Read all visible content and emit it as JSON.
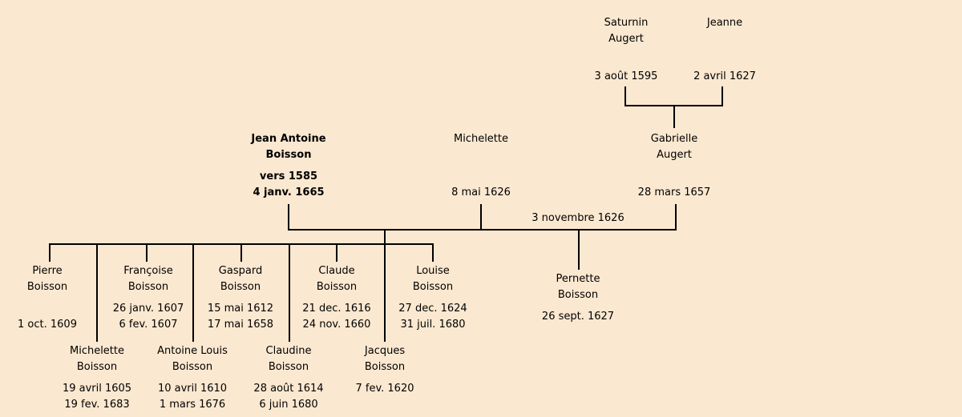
{
  "colors": {
    "background": "#fbe8d0",
    "line": "#000000",
    "text": "#000000"
  },
  "marriage": {
    "date": "3 novembre 1626"
  },
  "people": {
    "saturnin": {
      "name1": "Saturnin",
      "name2": "Augert",
      "date1": "",
      "date2": "3 août 1595"
    },
    "jeanne": {
      "name1": "Jeanne",
      "name2": "",
      "date1": "",
      "date2": "2 avril 1627"
    },
    "jean_antoine": {
      "name1": "Jean Antoine",
      "name2": "Boisson",
      "date1": "vers 1585",
      "date2": "4 janv. 1665"
    },
    "michelette_spouse": {
      "name1": "Michelette",
      "name2": "",
      "date1": "",
      "date2": "8 mai 1626"
    },
    "gabrielle": {
      "name1": "Gabrielle",
      "name2": "Augert",
      "date1": "",
      "date2": "28 mars 1657"
    },
    "pernette": {
      "name1": "Pernette",
      "name2": "Boisson",
      "date1": "26 sept. 1627",
      "date2": ""
    },
    "pierre": {
      "name1": "Pierre",
      "name2": "Boisson",
      "date1": "",
      "date2": "1 oct. 1609"
    },
    "francoise": {
      "name1": "Françoise",
      "name2": "Boisson",
      "date1": "26 janv. 1607",
      "date2": "6 fev. 1607"
    },
    "gaspard": {
      "name1": "Gaspard",
      "name2": "Boisson",
      "date1": "15 mai 1612",
      "date2": "17 mai 1658"
    },
    "claude": {
      "name1": "Claude",
      "name2": "Boisson",
      "date1": "21 dec. 1616",
      "date2": "24 nov. 1660"
    },
    "louise": {
      "name1": "Louise",
      "name2": "Boisson",
      "date1": "27 dec. 1624",
      "date2": "31 juil. 1680"
    },
    "michelette_child": {
      "name1": "Michelette",
      "name2": "Boisson",
      "date1": "19 avril 1605",
      "date2": "19 fev. 1683"
    },
    "antoine_louis": {
      "name1": "Antoine Louis",
      "name2": "Boisson",
      "date1": "10 avril 1610",
      "date2": "1 mars 1676"
    },
    "claudine": {
      "name1": "Claudine",
      "name2": "Boisson",
      "date1": "28 août 1614",
      "date2": "6 juin 1680"
    },
    "jacques": {
      "name1": "Jacques",
      "name2": "Boisson",
      "date1": "7 fev. 1620",
      "date2": ""
    }
  }
}
